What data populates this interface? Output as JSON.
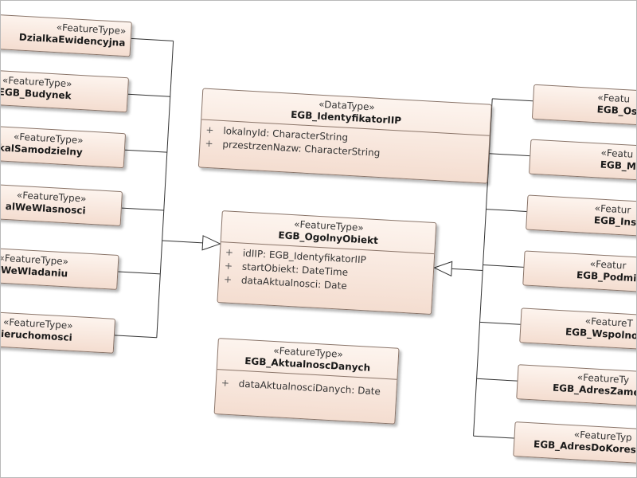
{
  "left_classes": [
    {
      "stereotype": "«FeatureType»",
      "name": "DzialkaEwidencyjna"
    },
    {
      "stereotype": "«FeatureType»",
      "name": "EGB_Budynek"
    },
    {
      "stereotype": "«FeatureType»",
      "name": "kalSamodzielny"
    },
    {
      "stereotype": "«FeatureType»",
      "name": "alWeWlasnosci"
    },
    {
      "stereotype": "«FeatureType»",
      "name": "lWeWladaniu"
    },
    {
      "stereotype": "«FeatureType»",
      "name": "ieruchomosci"
    }
  ],
  "right_classes": [
    {
      "stereotype": "«Featu",
      "name": "EGB_Os"
    },
    {
      "stereotype": "«Featu",
      "name": "EGB_Ma"
    },
    {
      "stereotype": "«Featur",
      "name": "EGB_Ins"
    },
    {
      "stereotype": "«Featur",
      "name": "EGB_Podmio"
    },
    {
      "stereotype": "«FeatureT",
      "name": "EGB_Wspolnota"
    },
    {
      "stereotype": "«FeatureTy",
      "name": "EGB_AdresZame"
    },
    {
      "stereotype": "«FeatureTyp",
      "name": "EGB_AdresDoKores"
    }
  ],
  "datatype": {
    "stereotype": "«DataType»",
    "name": "EGB_IdentyfikatorIIP",
    "attributes": [
      {
        "vis": "+",
        "text": "lokalnyId: CharacterString"
      },
      {
        "vis": "+",
        "text": "przestrzenNazw: CharacterString"
      }
    ]
  },
  "ogolny": {
    "stereotype": "«FeatureType»",
    "name": "EGB_OgolnyObiekt",
    "attributes": [
      {
        "vis": "+",
        "text": "idIIP: EGB_IdentyfikatorIIP"
      },
      {
        "vis": "+",
        "text": "startObiekt: DateTime"
      },
      {
        "vis": "+",
        "text": "dataAktualnosci: Date"
      }
    ]
  },
  "aktualnosc": {
    "stereotype": "«FeatureType»",
    "name": "EGB_AktualnoscDanych",
    "attributes": [
      {
        "vis": "+",
        "text": "dataAktualnosciDanych: Date"
      }
    ]
  },
  "colors": {
    "class_fill_top": "#fdf4ee",
    "class_fill_bottom": "#f4ddd0",
    "border": "#8a7468",
    "line": "#333333"
  }
}
